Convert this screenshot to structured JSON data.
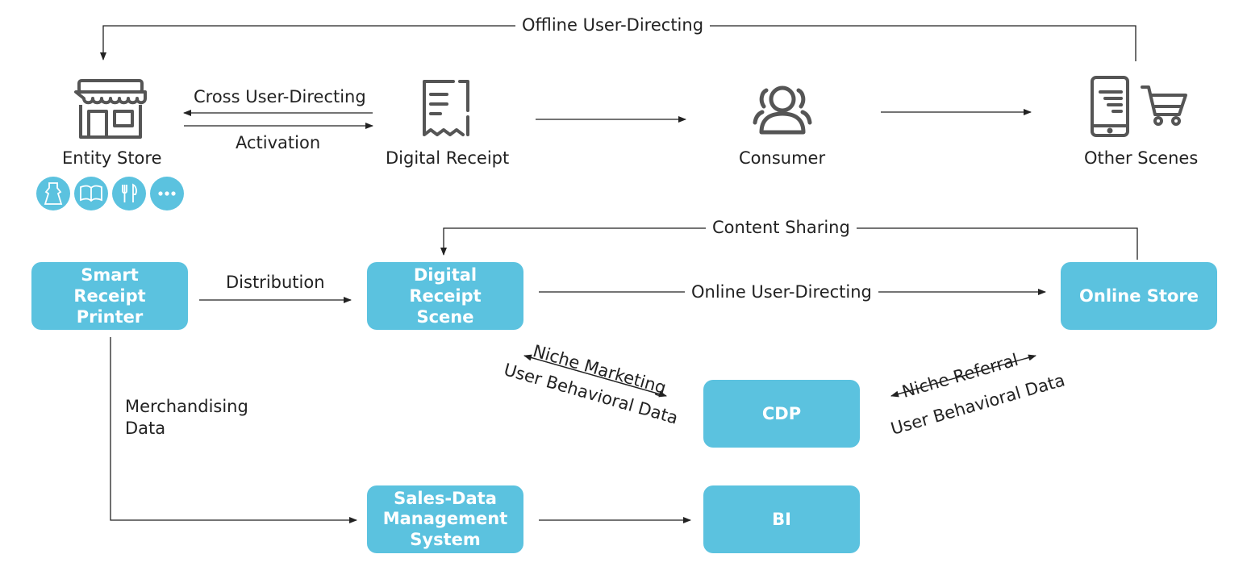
{
  "top": {
    "offline_user_directing": "Offline User-Directing",
    "cross_user_directing": "Cross User-Directing",
    "activation": "Activation"
  },
  "nodes": {
    "entity_store": "Entity Store",
    "digital_receipt": "Digital Receipt",
    "consumer": "Consumer",
    "other_scenes": "Other Scenes"
  },
  "store_categories": [
    "dress-icon",
    "book-icon",
    "fork-knife-icon",
    "more-icon"
  ],
  "bottom": {
    "content_sharing": "Content Sharing",
    "distribution": "Distribution",
    "online_user_directing": "Online User-Directing",
    "niche_marketing": "Niche Marketing",
    "user_behavioral_data_left": "User Behavioral Data",
    "niche_referral": "Niche Referral",
    "user_behavioral_data_right": "User Behavioral Data",
    "merchandising_data_line1": "Merchandising",
    "merchandising_data_line2": "Data"
  },
  "boxes": {
    "smart_receipt_printer_line1": "Smart",
    "smart_receipt_printer_line2": "Receipt Printer",
    "digital_receipt_scene_line1": "Digital Receipt",
    "digital_receipt_scene_line2": "Scene",
    "online_store": "Online Store",
    "cdp": "CDP",
    "sales_data_line1": "Sales-Data",
    "sales_data_line2": "Management",
    "sales_data_line3": "System",
    "bi": "BI"
  },
  "colors": {
    "accent": "#5bc2df",
    "icon": "#555555",
    "line": "#222222"
  }
}
